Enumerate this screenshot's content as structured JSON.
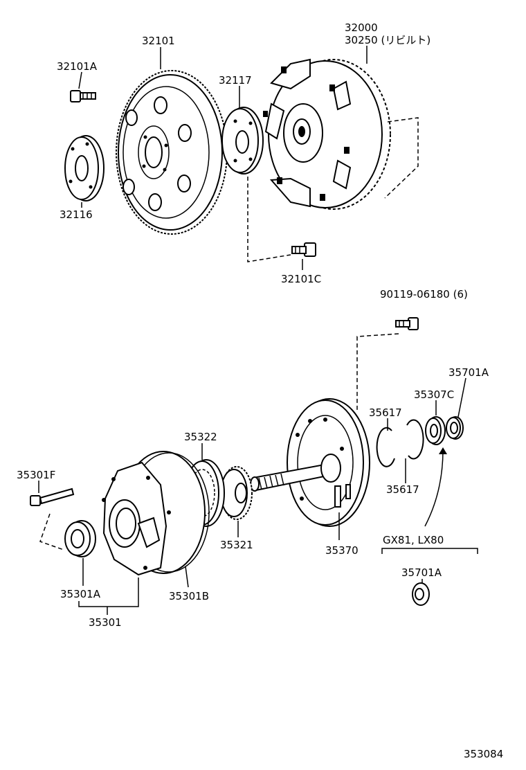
{
  "diagram": {
    "labels": {
      "p32000": "32000",
      "p30250": "30250 (リビルト)",
      "p32101": "32101",
      "p32101a": "32101A",
      "p32117": "32117",
      "p32116": "32116",
      "p32101c": "32101C",
      "p90119": "90119-06180 (6)",
      "p35701a_top": "35701A",
      "p35307c": "35307C",
      "p35617_top": "35617",
      "p35617_bot": "35617",
      "p35322": "35322",
      "p35301f": "35301F",
      "p35321": "35321",
      "p35370": "35370",
      "p35301a": "35301A",
      "p35301b": "35301B",
      "p35301": "35301",
      "models": "GX81, LX80",
      "p35701a_bot": "35701A",
      "figure_id": "353084"
    }
  }
}
